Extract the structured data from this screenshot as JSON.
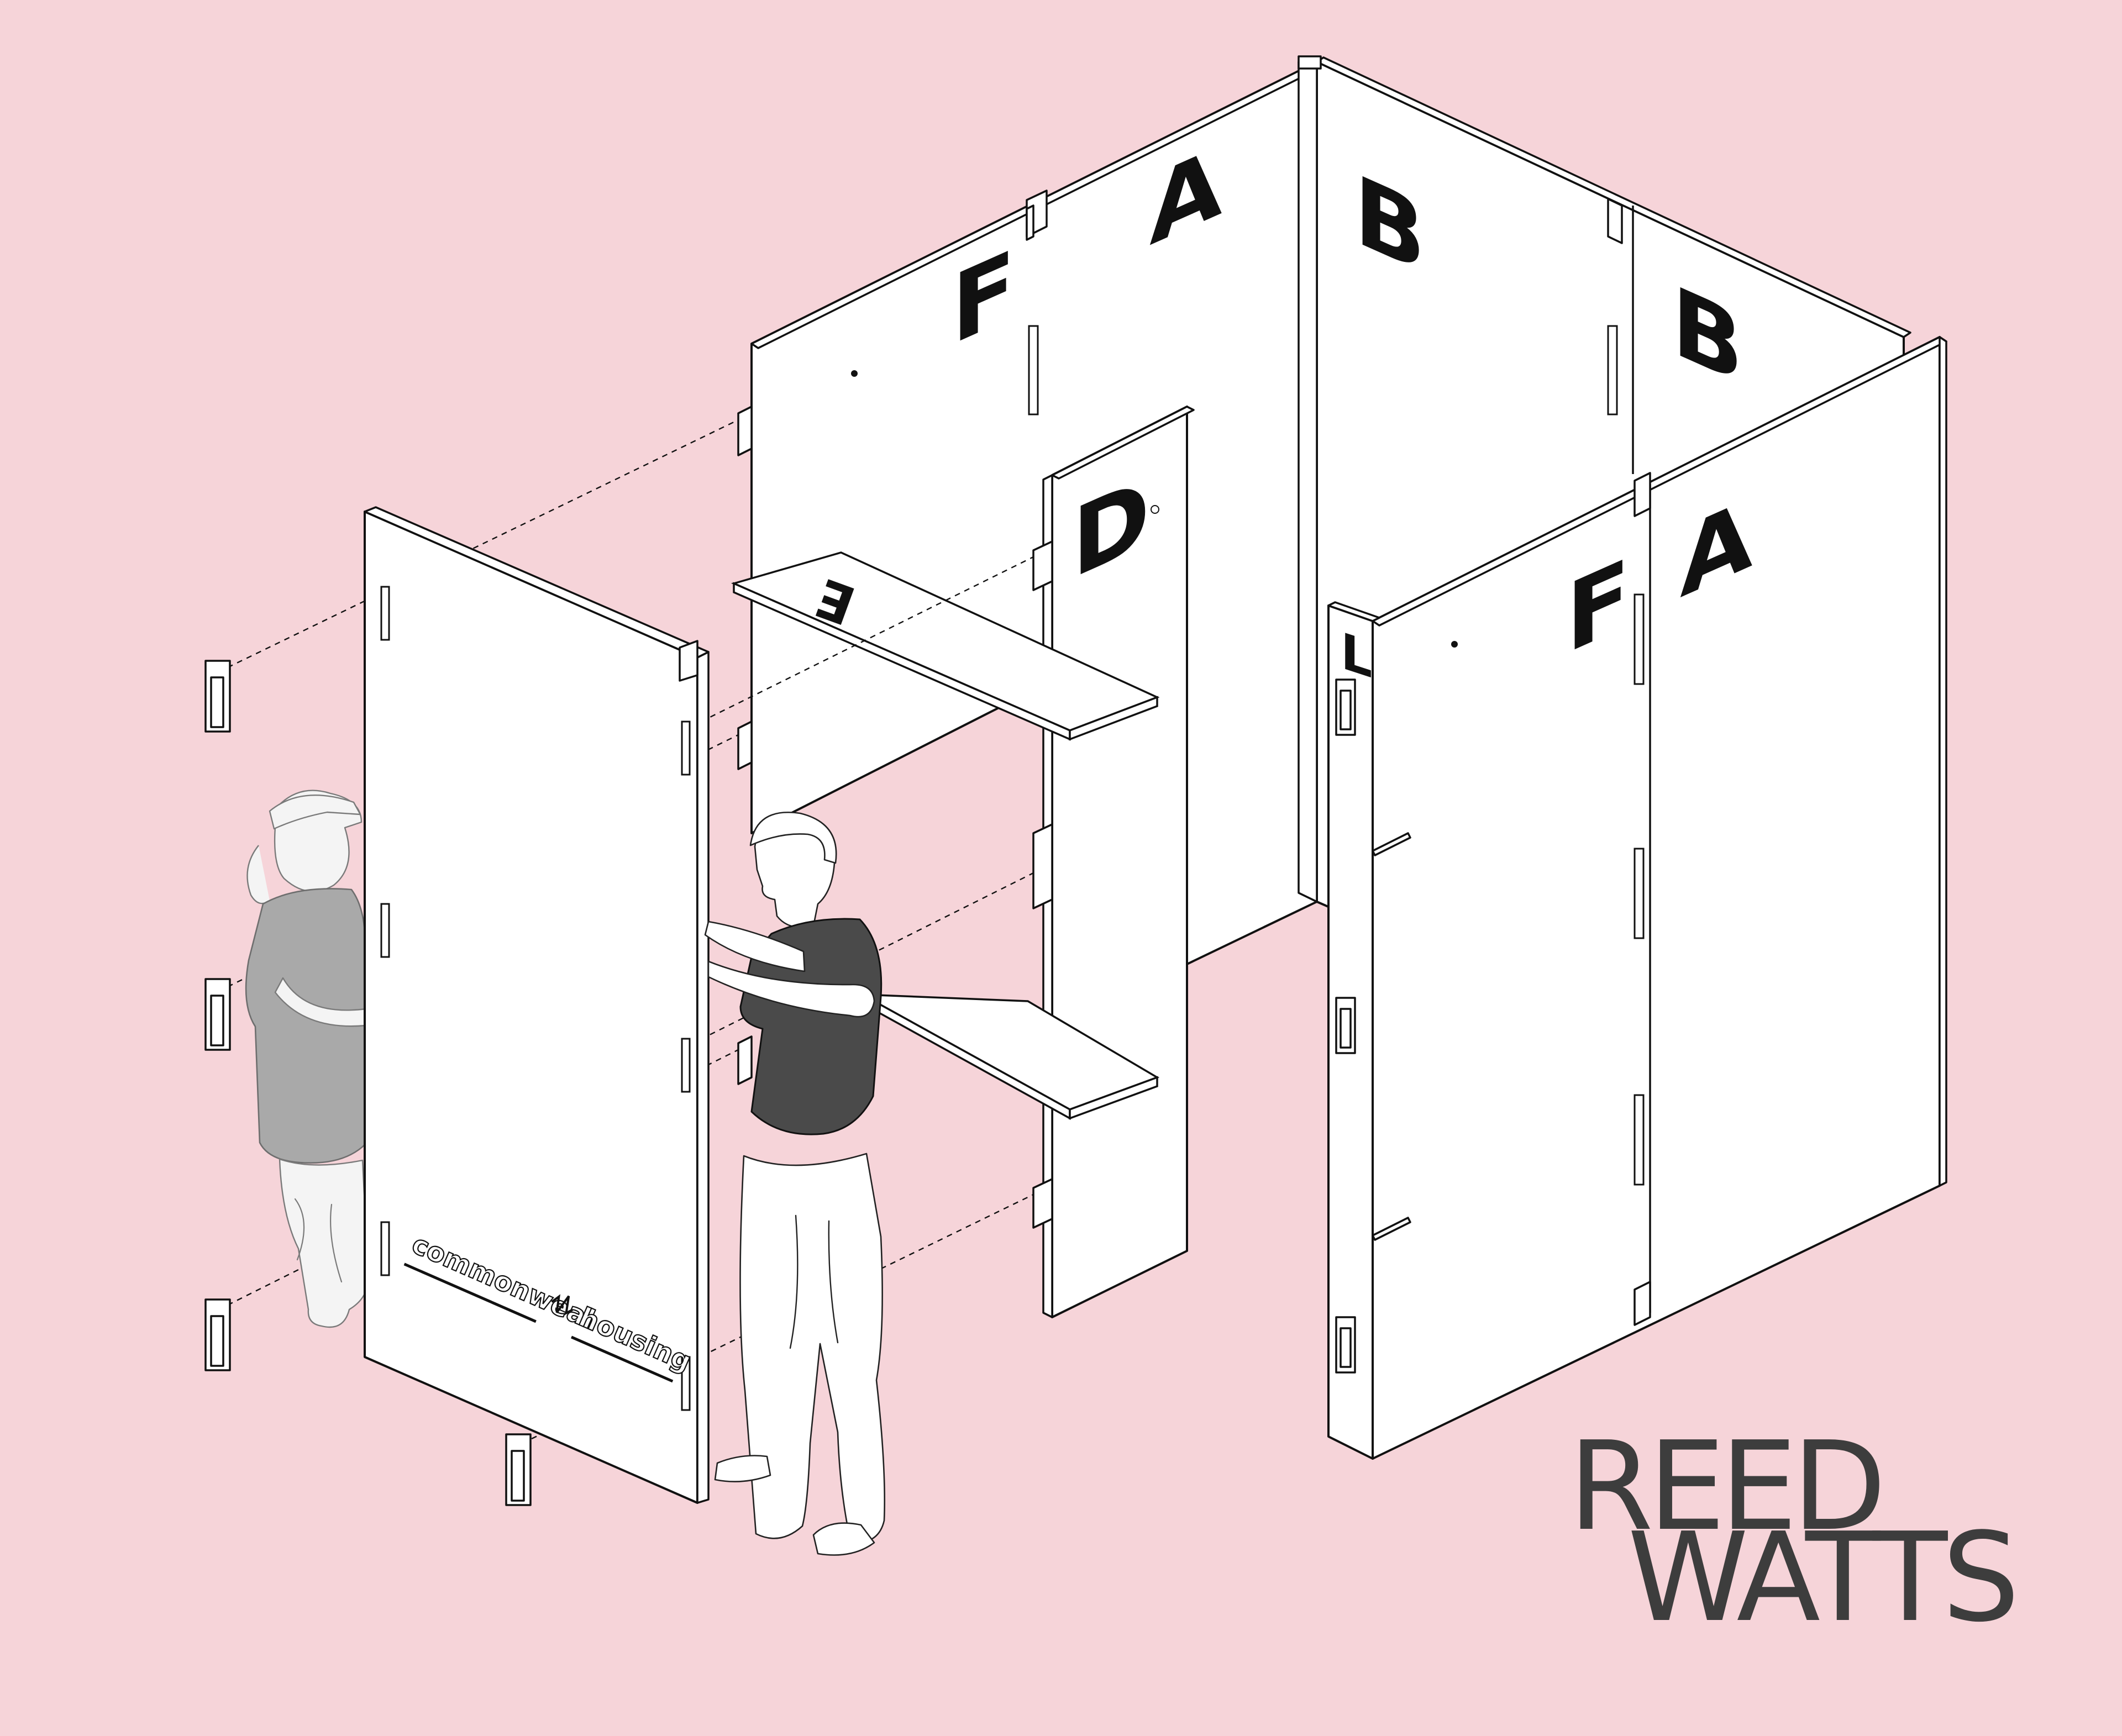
{
  "diagram": {
    "panel_labels": {
      "back_left_f": "F",
      "back_a": "A",
      "back_b": "B",
      "back_right_b": "B",
      "middle_d": "D",
      "shelf_e": "E",
      "front_right_f": "F",
      "front_right_a": "A",
      "front_right_l": "L"
    },
    "logo": {
      "left_word": "commonweal",
      "right_word": "housing"
    }
  },
  "brand": {
    "line1": "REED",
    "line2": "WATTS",
    "color": "#3d3d3d"
  },
  "colors": {
    "background": "#f6d4d9",
    "panel": "#ffffff",
    "line": "#111111",
    "dark_shirt": "#4a4a4a",
    "grey_figure": "#a9a9a9"
  }
}
